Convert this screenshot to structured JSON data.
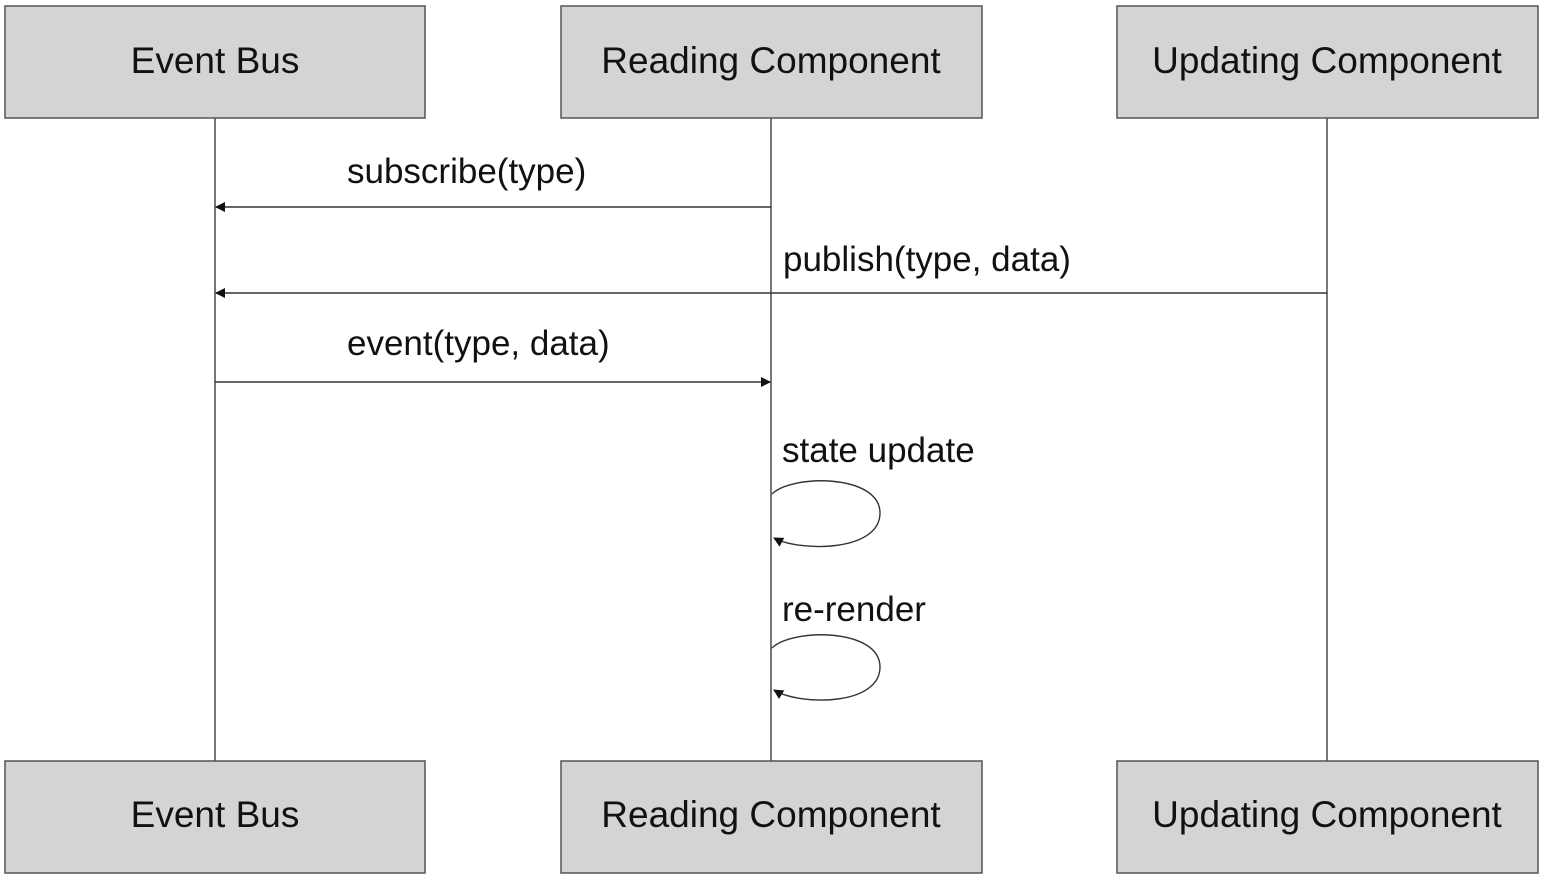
{
  "participants": [
    {
      "id": "bus",
      "label": "Event Bus"
    },
    {
      "id": "reader",
      "label": "Reading Component"
    },
    {
      "id": "updater",
      "label": "Updating Component"
    }
  ],
  "messages": [
    {
      "from": "reader",
      "to": "bus",
      "label": "subscribe(type)"
    },
    {
      "from": "updater",
      "to": "bus",
      "label": "publish(type, data)"
    },
    {
      "from": "bus",
      "to": "reader",
      "label": "event(type, data)"
    },
    {
      "from": "reader",
      "to": "reader",
      "label": "state update"
    },
    {
      "from": "reader",
      "to": "reader",
      "label": "re-render"
    }
  ]
}
